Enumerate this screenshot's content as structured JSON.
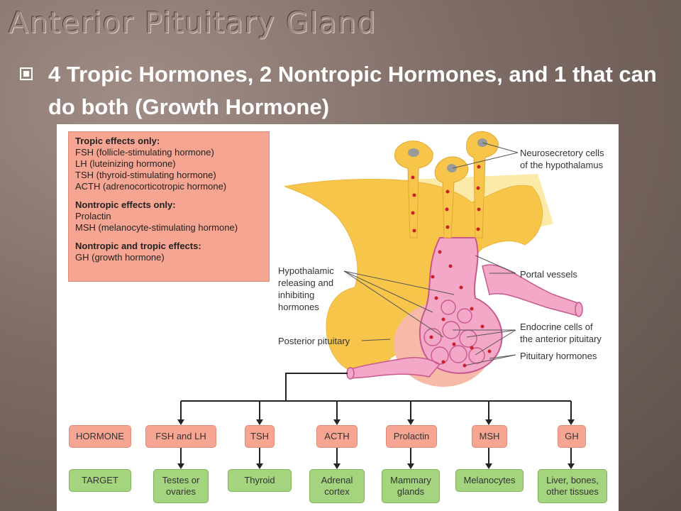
{
  "slide": {
    "title": "Anterior Pituitary Gland",
    "bullet": "4 Tropic Hormones, 2 Nontropic Hormones, and 1 that can do both (Growth Hormone)"
  },
  "diagram": {
    "info_box": {
      "tropic_header": "Tropic effects only:",
      "tropic_items": [
        "FSH (follicle-stimulating hormone)",
        "LH (luteinizing hormone)",
        "TSH (thyroid-stimulating hormone)",
        "ACTH (adrenocorticotropic hormone)"
      ],
      "nontropic_header": "Nontropic effects only:",
      "nontropic_items": [
        "Prolactin",
        "MSH (melanocyte-stimulating hormone)"
      ],
      "both_header": "Nontropic and tropic effects:",
      "both_items": [
        "GH (growth hormone)"
      ]
    },
    "labels": {
      "neurosecretory_1": "Neurosecretory cells",
      "neurosecretory_2": "of the hypothalamus",
      "hypothalamic_1": "Hypothalamic",
      "hypothalamic_2": "releasing and",
      "hypothalamic_3": "inhibiting",
      "hypothalamic_4": "hormones",
      "portal_vessels": "Portal vessels",
      "endocrine_1": "Endocrine cells of",
      "endocrine_2": "the anterior pituitary",
      "posterior_pituitary": "Posterior pituitary",
      "pituitary_hormones": "Pituitary hormones"
    },
    "hormone_row": {
      "header": "HORMONE",
      "items": [
        "FSH and LH",
        "TSH",
        "ACTH",
        "Prolactin",
        "MSH",
        "GH"
      ]
    },
    "target_row": {
      "header": "TARGET",
      "items": [
        [
          "Testes or",
          "ovaries"
        ],
        [
          "Thyroid"
        ],
        [
          "Adrenal",
          "cortex"
        ],
        [
          "Mammary",
          "glands"
        ],
        [
          "Melanocytes"
        ],
        [
          "Liver, bones,",
          "other tissues"
        ]
      ]
    },
    "colors": {
      "gland_yellow": "#f6c54a",
      "vessel_pink": "#f3a8c8",
      "hormone_red": "#cc1f2a",
      "hormone_box": "#f6a592",
      "target_box": "#a4d47e"
    }
  }
}
